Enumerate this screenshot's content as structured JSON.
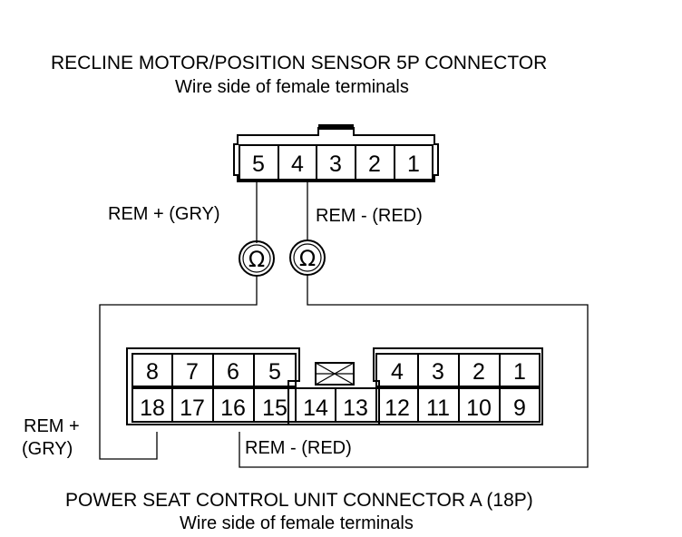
{
  "top_connector": {
    "title": "RECLINE MOTOR/POSITION SENSOR 5P CONNECTOR",
    "subtitle": "Wire side of female terminals",
    "pins": [
      "5",
      "4",
      "3",
      "2",
      "1"
    ]
  },
  "bottom_connector": {
    "title": "POWER SEAT CONTROL UNIT CONNECTOR A (18P)",
    "subtitle": "Wire side of female terminals",
    "top_row": [
      "8",
      "7",
      "6",
      "5",
      "4",
      "3",
      "2",
      "1"
    ],
    "bottom_row": [
      "18",
      "17",
      "16",
      "15",
      "14",
      "13",
      "12",
      "11",
      "10",
      "9"
    ]
  },
  "wires": {
    "rem_plus_top": "REM +  (GRY)",
    "rem_minus_top": "REM -   (RED)",
    "rem_plus_bottom_line1": "REM +",
    "rem_plus_bottom_line2": "(GRY)",
    "rem_minus_bottom": "REM -   (RED)"
  },
  "meters": {
    "symbol": "Ω",
    "icon": "ohmmeter-icon"
  }
}
